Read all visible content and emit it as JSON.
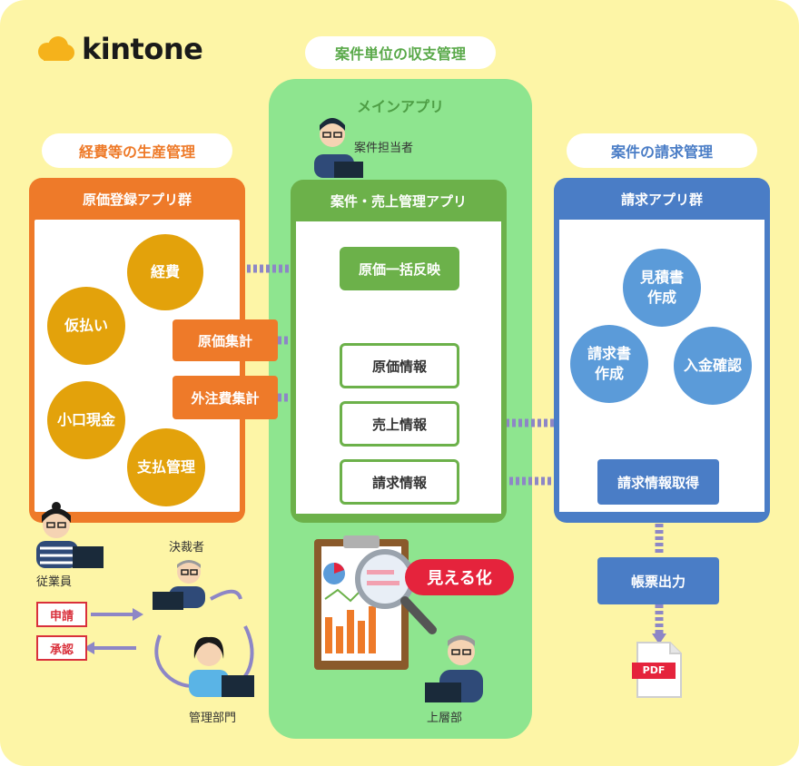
{
  "logo": {
    "text": "kintone"
  },
  "top_title": "案件単位の収支管理",
  "left": {
    "title": "経費等の生産管理",
    "box_header": "原価登録アプリ群",
    "circles": [
      "経費",
      "仮払い",
      "小口現金",
      "支払管理"
    ],
    "aggregates": [
      "原価集計",
      "外注費集計"
    ]
  },
  "center": {
    "title": "メインアプリ",
    "person_label": "案件担当者",
    "box_header": "案件・売上管理アプリ",
    "reflect_button": "原価一括反映",
    "info_boxes": [
      "原価情報",
      "売上情報",
      "請求情報"
    ],
    "visualize_badge": "見える化",
    "manager_label": "上層部"
  },
  "right": {
    "title": "案件の請求管理",
    "box_header": "請求アプリ群",
    "circles": [
      "見積書\n作成",
      "請求書\n作成",
      "入金確認"
    ],
    "fetch_box": "請求情報取得",
    "output_box": "帳票出力",
    "pdf_label": "PDF"
  },
  "workflow": {
    "employee": "従業員",
    "approver": "決裁者",
    "admin": "管理部門",
    "apply": "申請",
    "approve": "承認"
  },
  "colors": {
    "background": "#fdf5a6",
    "green_panel": "#8ee58f",
    "orange": "#ee7a29",
    "gold": "#e3a20b",
    "green": "#6cb14a",
    "blue": "#4a7dc6",
    "light_blue": "#5b9bd9",
    "arrow": "#8d86c6",
    "red": "#e5233c"
  }
}
